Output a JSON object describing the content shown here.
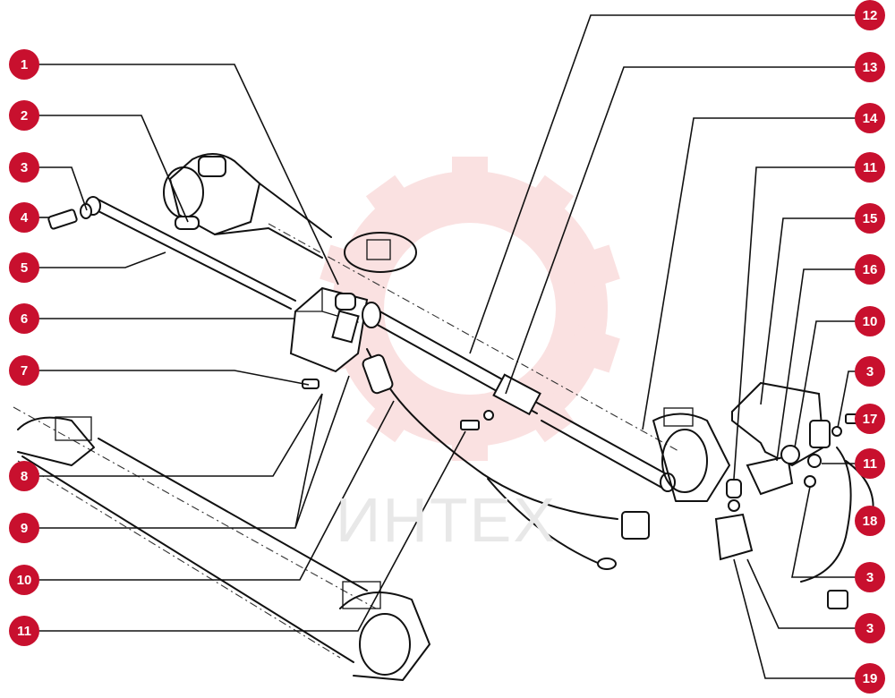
{
  "watermark": {
    "text": "ИНТЕХ",
    "color": "#f6c9c9"
  },
  "badge_color": "#c8102e",
  "callouts": [
    {
      "id": "c1",
      "label": "1"
    },
    {
      "id": "c2",
      "label": "2"
    },
    {
      "id": "c3a",
      "label": "3"
    },
    {
      "id": "c4",
      "label": "4"
    },
    {
      "id": "c5",
      "label": "5"
    },
    {
      "id": "c6",
      "label": "6"
    },
    {
      "id": "c7",
      "label": "7"
    },
    {
      "id": "c8",
      "label": "8"
    },
    {
      "id": "c9",
      "label": "9"
    },
    {
      "id": "c10a",
      "label": "10"
    },
    {
      "id": "c11a",
      "label": "11"
    },
    {
      "id": "c12",
      "label": "12"
    },
    {
      "id": "c13",
      "label": "13"
    },
    {
      "id": "c14",
      "label": "14"
    },
    {
      "id": "c11b",
      "label": "11"
    },
    {
      "id": "c15",
      "label": "15"
    },
    {
      "id": "c16",
      "label": "16"
    },
    {
      "id": "c10b",
      "label": "10"
    },
    {
      "id": "c3b",
      "label": "3"
    },
    {
      "id": "c17",
      "label": "17"
    },
    {
      "id": "c11c",
      "label": "11"
    },
    {
      "id": "c18",
      "label": "18"
    },
    {
      "id": "c3c",
      "label": "3"
    },
    {
      "id": "c3d",
      "label": "3"
    },
    {
      "id": "c19",
      "label": "19"
    }
  ]
}
